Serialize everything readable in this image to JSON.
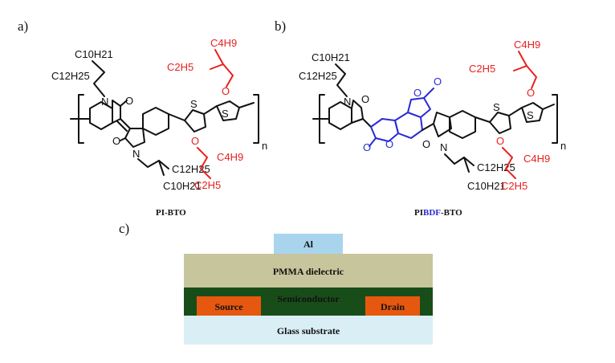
{
  "panels": {
    "a": "a)",
    "b": "b)",
    "c": "c)"
  },
  "molecule_a": {
    "caption": "PI-BTO",
    "c10": "C10H21",
    "c12": "C12H25",
    "c12b": "C12H25",
    "c10b": "C10H21",
    "c4": "C4H9",
    "c2": "C2H5",
    "c4b": "C4H9",
    "c2b": "C2H5",
    "n1": "N",
    "n2": "N",
    "o1": "O",
    "o2": "O",
    "s1": "S",
    "s2": "S",
    "o3": "O",
    "o4": "O",
    "repeat": "n"
  },
  "molecule_b": {
    "caption_part1": "PI",
    "caption_part2": "BDF",
    "caption_part3": "-BTO",
    "c10": "C10H21",
    "c12": "C12H25",
    "c12b": "C12H25",
    "c10b": "C10H21",
    "c4": "C4H9",
    "c2": "C2H5",
    "c4b": "C4H9",
    "c2b": "C2H5",
    "n1": "N",
    "n2": "N",
    "o1": "O",
    "o2": "O",
    "o5": "O",
    "o6": "O",
    "o7": "O",
    "o8": "O",
    "s1": "S",
    "s2": "S",
    "o3": "O",
    "o4": "O",
    "repeat": "n"
  },
  "device": {
    "gate": "Al",
    "dielectric": "PMMA dielectric",
    "semiconductor": "Semiconductor",
    "source": "Source",
    "drain": "Drain",
    "substrate": "Glass substrate",
    "colors": {
      "gate": "#a9d4ee",
      "dielectric": "#c7c59b",
      "semiconductor": "#184d1a",
      "electrode": "#e6580f",
      "substrate": "#daeef6"
    }
  }
}
